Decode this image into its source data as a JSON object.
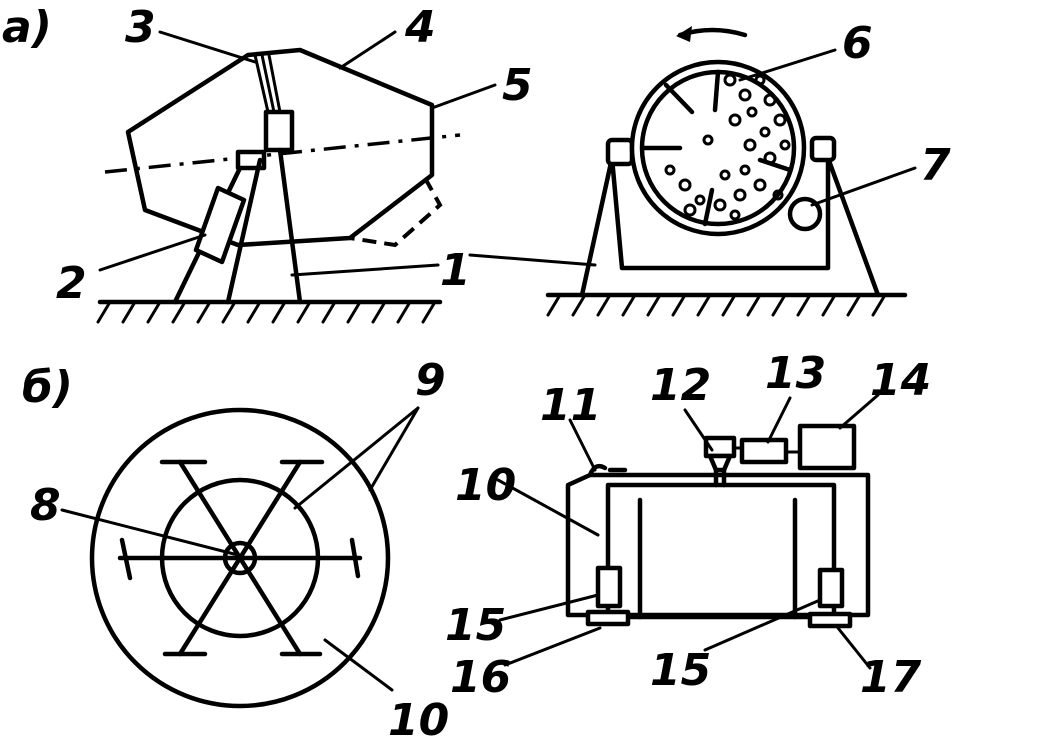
{
  "sections": {
    "a": "а)",
    "b": "б)"
  },
  "labels": {
    "l1": "1",
    "l2": "2",
    "l3": "3",
    "l4": "4",
    "l5": "5",
    "l6": "6",
    "l7": "7",
    "l8": "8",
    "l9": "9",
    "l10a": "10",
    "l10b": "10",
    "l11": "11",
    "l12": "12",
    "l13": "13",
    "l14": "14",
    "l15a": "15",
    "l15b": "15",
    "l16": "16",
    "l17": "17"
  }
}
